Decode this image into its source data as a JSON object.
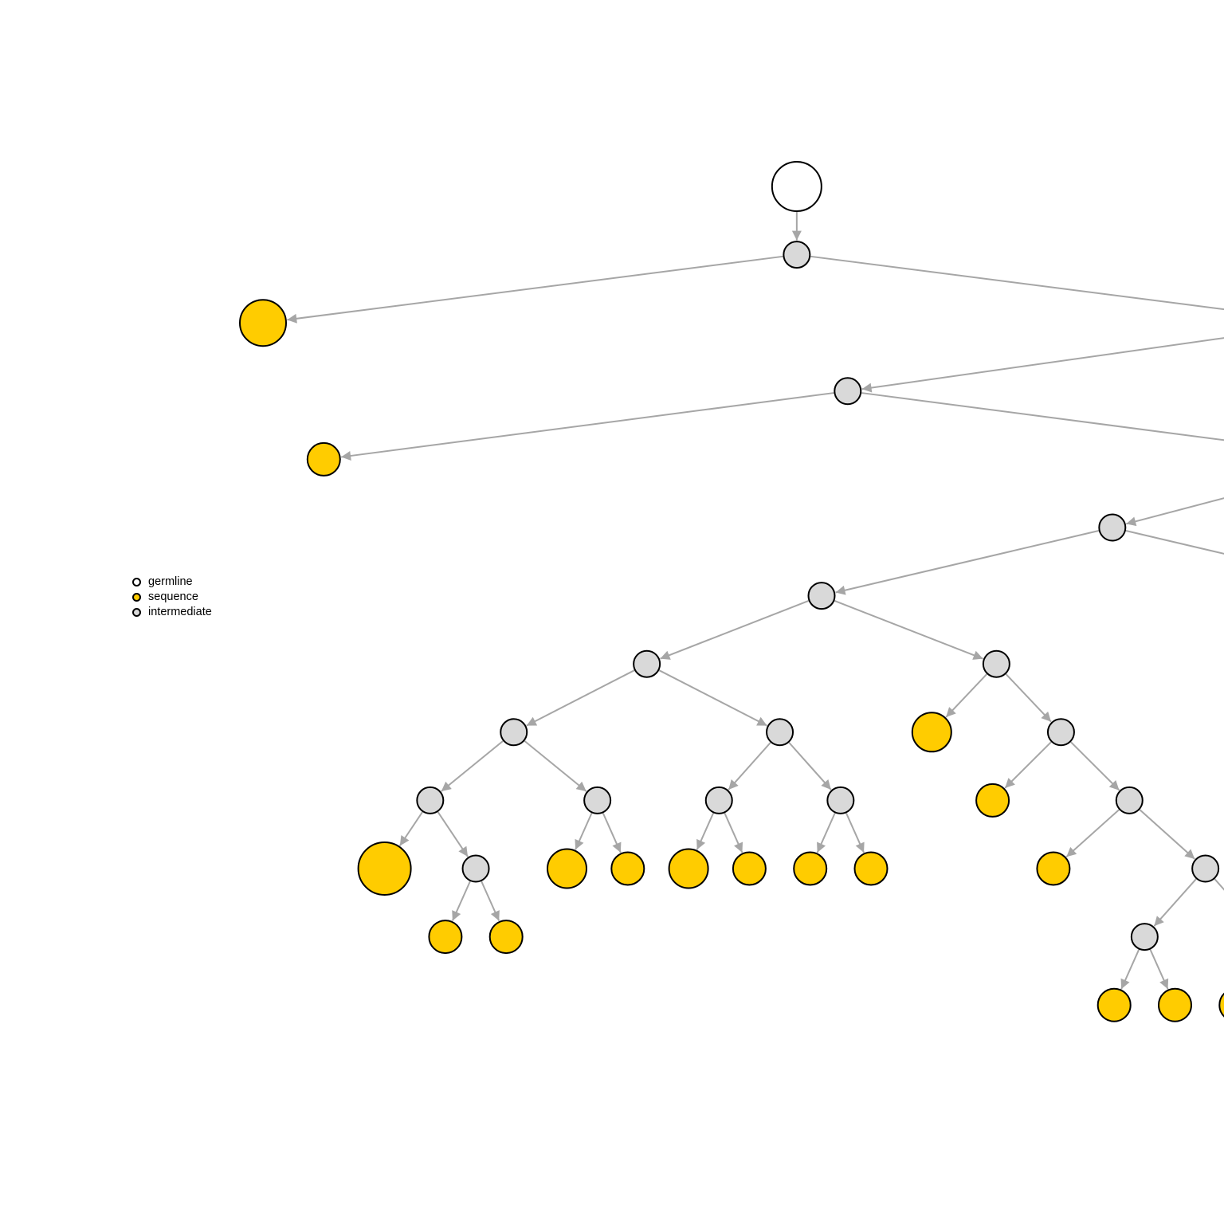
{
  "legend": {
    "items": [
      {
        "label": "germline",
        "color": "#ffffff"
      },
      {
        "label": "sequence",
        "color": "#ffcc00"
      },
      {
        "label": "intermediate",
        "color": "#d9d9d9"
      }
    ]
  },
  "colors": {
    "germline": "#ffffff",
    "sequence": "#ffcc00",
    "intermediate": "#d9d9d9",
    "edge": "#a6a6a6",
    "stroke": "#000000"
  },
  "tree": {
    "root": {
      "type": "germline",
      "children": [
        {
          "type": "intermediate",
          "children": [
            {
              "type": "sequence",
              "size": "l"
            },
            {
              "type": "intermediate",
              "children": [
                {
                  "type": "intermediate",
                  "children": [
                    {
                      "type": "sequence"
                    },
                    {
                      "type": "intermediate",
                      "children": [
                        {
                          "type": "intermediate",
                          "children": [
                            {
                              "type": "intermediate",
                              "children": [
                                {
                                  "type": "intermediate",
                                  "children": [
                                    {
                                      "type": "intermediate",
                                      "children": [
                                        {
                                          "type": "intermediate",
                                          "children": [
                                            {
                                              "type": "sequence",
                                              "size": "xl"
                                            },
                                            {
                                              "type": "intermediate",
                                              "children": [
                                                {
                                                  "type": "sequence"
                                                },
                                                {
                                                  "type": "sequence"
                                                }
                                              ]
                                            }
                                          ]
                                        },
                                        {
                                          "type": "intermediate",
                                          "children": [
                                            {
                                              "type": "sequence",
                                              "size": "m"
                                            },
                                            {
                                              "type": "sequence"
                                            }
                                          ]
                                        }
                                      ]
                                    },
                                    {
                                      "type": "intermediate",
                                      "children": [
                                        {
                                          "type": "intermediate",
                                          "children": [
                                            {
                                              "type": "sequence",
                                              "size": "m"
                                            },
                                            {
                                              "type": "sequence"
                                            }
                                          ]
                                        },
                                        {
                                          "type": "intermediate",
                                          "children": [
                                            {
                                              "type": "sequence"
                                            },
                                            {
                                              "type": "sequence"
                                            }
                                          ]
                                        }
                                      ]
                                    }
                                  ]
                                },
                                {
                                  "type": "intermediate",
                                  "children": [
                                    {
                                      "type": "sequence",
                                      "size": "m"
                                    },
                                    {
                                      "type": "intermediate",
                                      "children": [
                                        {
                                          "type": "sequence"
                                        },
                                        {
                                          "type": "intermediate",
                                          "children": [
                                            {
                                              "type": "sequence"
                                            },
                                            {
                                              "type": "intermediate",
                                              "children": [
                                                {
                                                  "type": "intermediate",
                                                  "children": [
                                                    {
                                                      "type": "sequence"
                                                    },
                                                    {
                                                      "type": "sequence"
                                                    }
                                                  ]
                                                },
                                                {
                                                  "type": "intermediate",
                                                  "children": [
                                                    {
                                                      "type": "sequence"
                                                    },
                                                    {
                                                      "type": "sequence"
                                                    }
                                                  ]
                                                }
                                              ]
                                            }
                                          ]
                                        }
                                      ]
                                    }
                                  ]
                                }
                              ]
                            },
                            {
                              "type": "intermediate",
                              "children": [
                                {
                                  "type": "sequence"
                                },
                                {
                                  "type": "intermediate",
                                  "children": [
                                    {
                                      "type": "sequence",
                                      "size": "m"
                                    },
                                    {
                                      "type": "sequence"
                                    }
                                  ]
                                }
                              ]
                            }
                          ]
                        },
                        {
                          "type": "intermediate",
                          "children": [
                            {
                              "type": "intermediate",
                              "children": [
                                {
                                  "type": "sequence"
                                },
                                {
                                  "type": "sequence"
                                }
                              ]
                            },
                            {
                              "type": "intermediate",
                              "children": [
                                {
                                  "type": "sequence"
                                },
                                {
                                  "type": "sequence"
                                }
                              ]
                            }
                          ]
                        }
                      ]
                    }
                  ]
                },
                {
                  "type": "intermediate",
                  "children": [
                    {
                      "type": "sequence",
                      "size": "m"
                    },
                    {
                      "type": "sequence"
                    }
                  ]
                }
              ]
            }
          ]
        }
      ]
    }
  }
}
